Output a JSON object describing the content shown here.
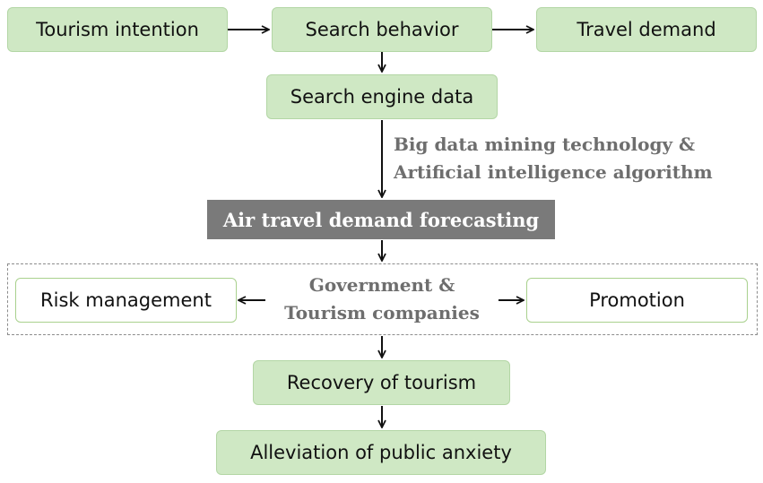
{
  "nodes": {
    "tourism_intention": "Tourism intention",
    "search_behavior": "Search behavior",
    "travel_demand": "Travel demand",
    "search_engine_data": "Search engine data",
    "air_travel_forecasting": "Air travel demand forecasting",
    "risk_management": "Risk management",
    "promotion": "Promotion",
    "recovery_tourism": "Recovery of tourism",
    "alleviation_anxiety": "Alleviation of public anxiety"
  },
  "labels": {
    "technology_line1": "Big data mining technology &",
    "technology_line2": "Artificial intelligence algorithm",
    "stakeholders_line1": "Government &",
    "stakeholders_line2": "Tourism companies"
  },
  "colors": {
    "green_box": "#cfe8c4",
    "green_border": "#a9d18e",
    "forecast_box": "#7a7a7a",
    "label_text": "#6e6e6e"
  }
}
